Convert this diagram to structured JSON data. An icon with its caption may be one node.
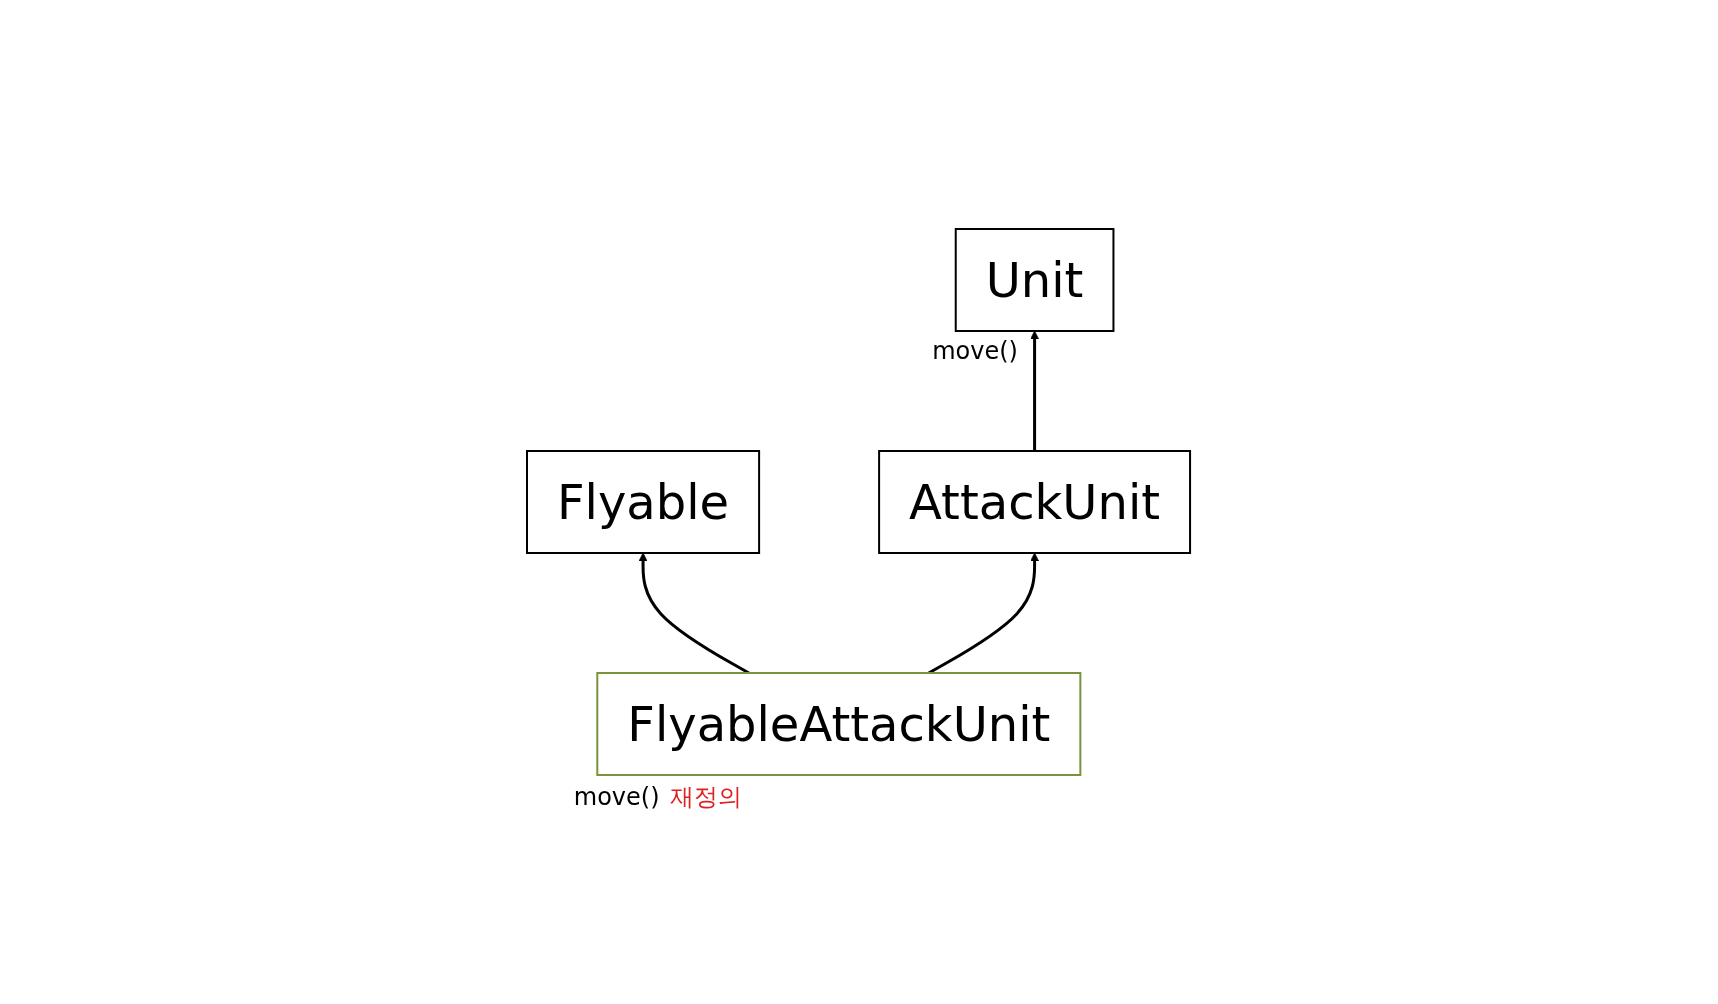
{
  "diagram": {
    "nodes": [
      {
        "text": [
          "Unit"
        ],
        "beside": [
          "move()"
        ]
      },
      {
        "text": [
          "Flyable"
        ]
      },
      {
        "text": [
          "AttackUnit"
        ]
      },
      {
        "text": [
          "FlyableAttackUnit"
        ],
        "beside": [
          "move()",
          "재정의"
        ]
      }
    ],
    "edges": [
      {
        "from": 2,
        "to": 0,
        "arrow": "to"
      },
      {
        "from": 3,
        "to": 2,
        "arrow": "to"
      },
      {
        "from": 3,
        "to": 1,
        "arrow": "to"
      }
    ]
  }
}
